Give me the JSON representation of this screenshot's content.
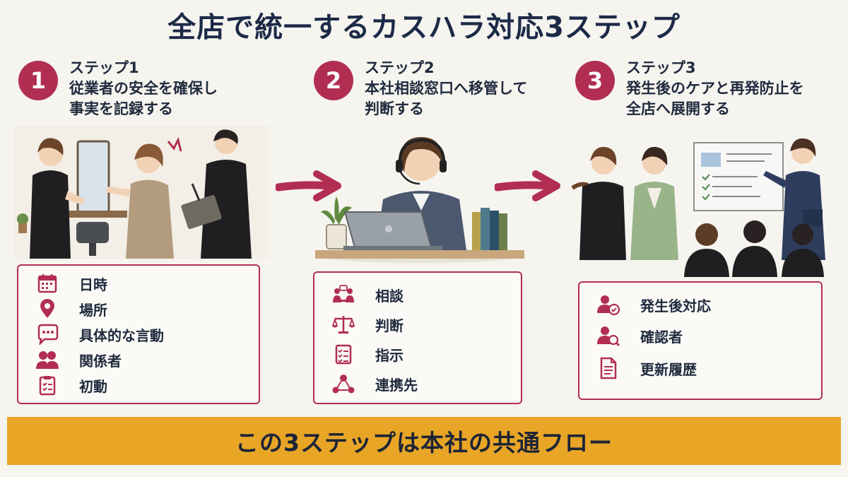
{
  "title": "全店で統一するカスハラ対応3ステップ",
  "colors": {
    "accent": "#b12e52",
    "banner": "#e8a526",
    "title": "#1c2a48"
  },
  "steps": [
    {
      "number": "1",
      "label": "ステップ1",
      "description": "従業者の安全を確保し\n事実を記録する",
      "items": [
        {
          "icon": "calendar-icon",
          "label": "日時"
        },
        {
          "icon": "location-pin-icon",
          "label": "場所"
        },
        {
          "icon": "speech-bubble-icon",
          "label": "具体的な言動"
        },
        {
          "icon": "people-icon",
          "label": "関係者"
        },
        {
          "icon": "clipboard-checklist-icon",
          "label": "初動"
        }
      ]
    },
    {
      "number": "2",
      "label": "ステップ2",
      "description": "本社相談窓口へ移管して\n判断する",
      "items": [
        {
          "icon": "consultation-icon",
          "label": "相談"
        },
        {
          "icon": "scales-icon",
          "label": "判断"
        },
        {
          "icon": "checklist-icon",
          "label": "指示"
        },
        {
          "icon": "network-icon",
          "label": "連携先"
        }
      ]
    },
    {
      "number": "3",
      "label": "ステップ3",
      "description": "発生後のケアと再発防止を\n全店へ展開する",
      "items": [
        {
          "icon": "person-check-icon",
          "label": "発生後対応"
        },
        {
          "icon": "person-search-icon",
          "label": "確認者"
        },
        {
          "icon": "document-icon",
          "label": "更新履歴"
        }
      ]
    }
  ],
  "banner": "この3ステップは本社の共通フロー"
}
